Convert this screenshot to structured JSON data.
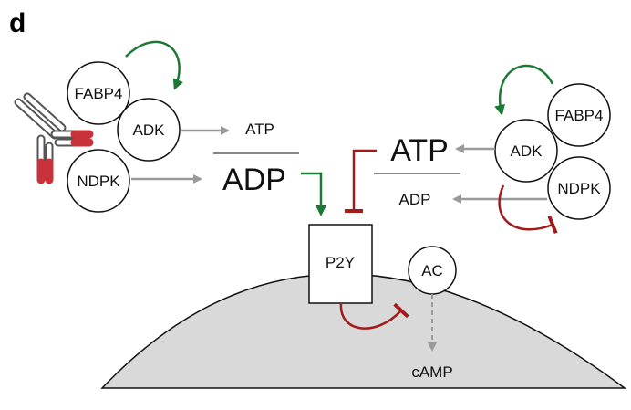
{
  "panel_label": "d",
  "left_group": {
    "nodes": {
      "fabp4": "FABP4",
      "adk": "ADK",
      "ndpk": "NDPK"
    },
    "products": {
      "atp": "ATP",
      "adp": "ADP"
    }
  },
  "right_group": {
    "nodes": {
      "fabp4": "FABP4",
      "adk": "ADK",
      "ndpk": "NDPK"
    },
    "products": {
      "atp": "ATP",
      "adp": "ADP"
    }
  },
  "receptor": {
    "label": "P2Y"
  },
  "enzyme": {
    "label": "AC"
  },
  "second_messenger": {
    "label": "cAMP"
  },
  "colors": {
    "activation": "#1a7a33",
    "inhibition": "#a31a1a",
    "neutral_arrow": "#9a9a9a",
    "cell_fill": "#d9d9d9",
    "antibody_tip": "#c8323a"
  }
}
